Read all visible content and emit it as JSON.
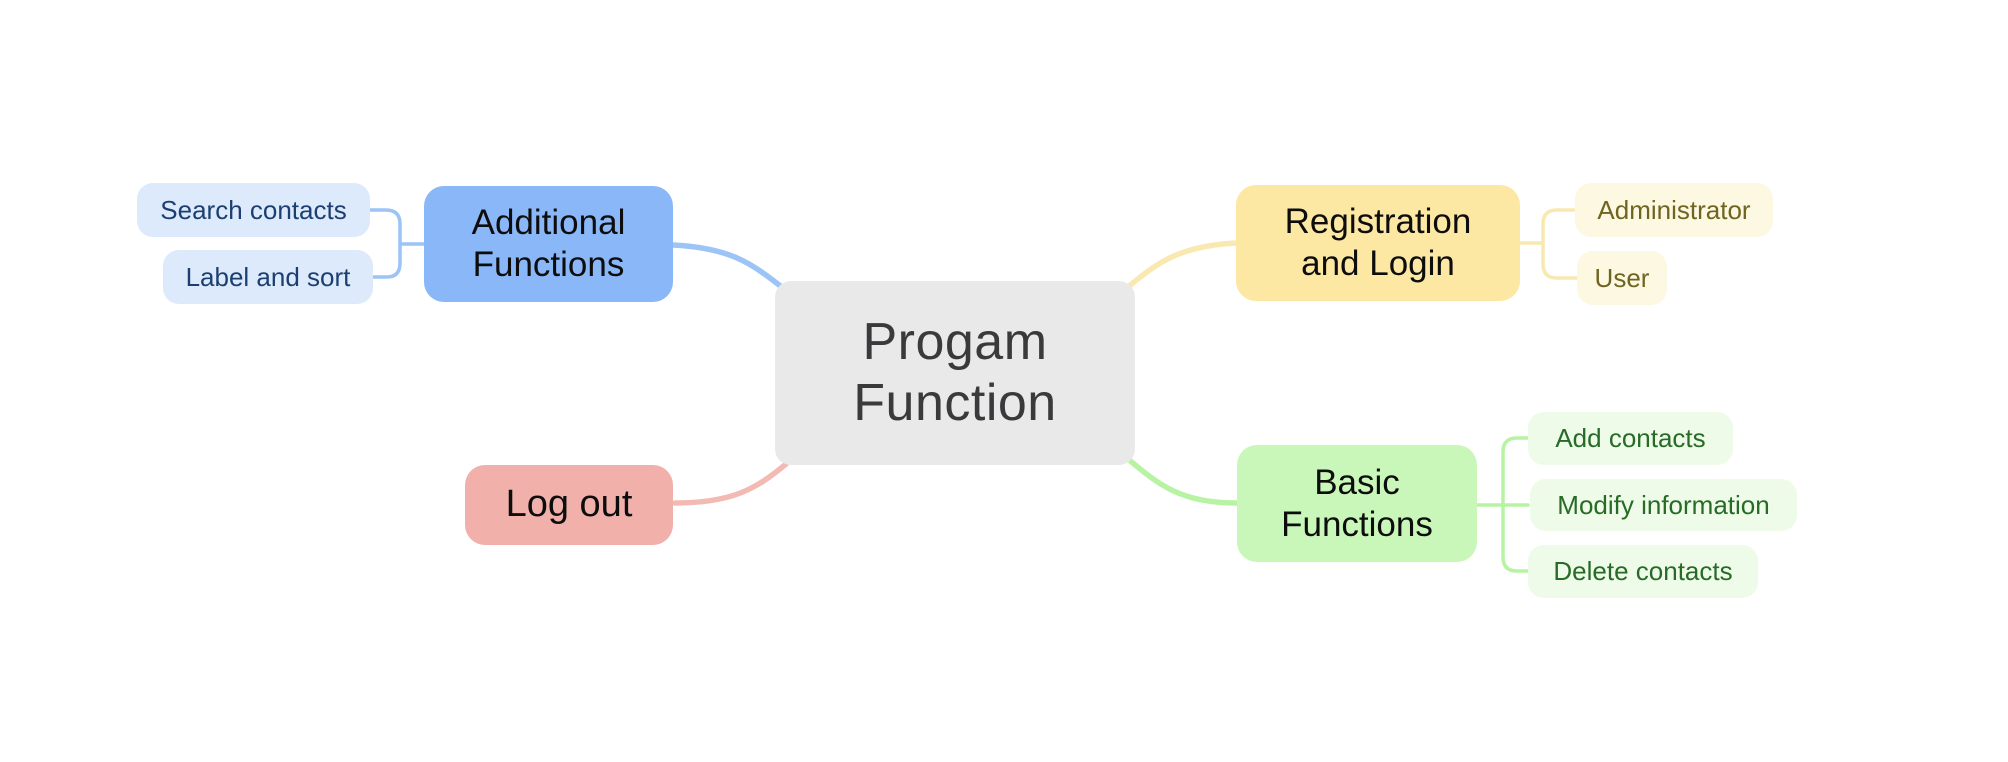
{
  "mindmap": {
    "root": {
      "label": "Progam\nFunction"
    },
    "branches": [
      {
        "label": "Additional\nFunctions",
        "side": "left",
        "color": "blue",
        "children": [
          {
            "label": "Search contacts"
          },
          {
            "label": "Label and sort"
          }
        ]
      },
      {
        "label": "Log out",
        "side": "left",
        "color": "pink",
        "children": []
      },
      {
        "label": "Registration\nand Login",
        "side": "right",
        "color": "yellow",
        "children": [
          {
            "label": "Administrator"
          },
          {
            "label": "User"
          }
        ]
      },
      {
        "label": "Basic\nFunctions",
        "side": "right",
        "color": "green",
        "children": [
          {
            "label": "Add contacts"
          },
          {
            "label": "Modify information"
          },
          {
            "label": "Delete contacts"
          }
        ]
      }
    ]
  },
  "colors": {
    "background": "#ffffff",
    "root_bg": "#e9e9e9",
    "root_text": "#3a3a3c",
    "topic_text": "#0d0d0d",
    "blue_bg": "#8ab7f8",
    "blue_line": "#9cc4f6",
    "blue_child_bg": "#ddeafc",
    "blue_child_text": "#1b3f70",
    "yellow_bg": "#fce8a3",
    "yellow_line": "#f9e9b0",
    "yellow_child_bg": "#fdf8e2",
    "yellow_child_text": "#6f6420",
    "green_bg": "#c9f7b9",
    "green_line": "#b7f3a3",
    "green_child_bg": "#eefbe8",
    "green_child_text": "#276b27",
    "pink_bg": "#f1b1aa",
    "pink_line": "#f3bab3"
  }
}
